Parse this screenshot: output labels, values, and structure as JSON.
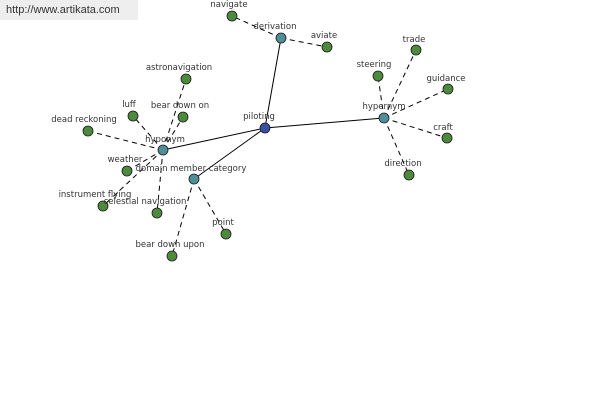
{
  "watermark": "http://www.artikata.com",
  "colors": {
    "center_node": "#3b4fa0",
    "relation_node": "#4f8f98",
    "word_node": "#4e8a3e",
    "node_stroke": "#1a1a1a",
    "edge": "#000000"
  },
  "graph": {
    "center": {
      "id": "piloting",
      "label": "piloting"
    },
    "relations": [
      {
        "id": "derivation",
        "label": "derivation"
      },
      {
        "id": "hypernym",
        "label": "hypernym"
      },
      {
        "id": "hyponym",
        "label": "hyponym"
      },
      {
        "id": "domain-member-category",
        "label": "domain member category"
      }
    ],
    "words": [
      {
        "id": "navigate",
        "label": "navigate",
        "relation": "derivation"
      },
      {
        "id": "aviate",
        "label": "aviate",
        "relation": "derivation"
      },
      {
        "id": "trade",
        "label": "trade",
        "relation": "hypernym"
      },
      {
        "id": "steering",
        "label": "steering",
        "relation": "hypernym"
      },
      {
        "id": "guidance",
        "label": "guidance",
        "relation": "hypernym"
      },
      {
        "id": "craft",
        "label": "craft",
        "relation": "hypernym"
      },
      {
        "id": "direction",
        "label": "direction",
        "relation": "hypernym"
      },
      {
        "id": "astronavigation",
        "label": "astronavigation",
        "relation": "hyponym"
      },
      {
        "id": "luff",
        "label": "luff",
        "relation": "hyponym"
      },
      {
        "id": "bear-down-on",
        "label": "bear down on",
        "relation": "hyponym"
      },
      {
        "id": "dead-reckoning",
        "label": "dead reckoning",
        "relation": "hyponym"
      },
      {
        "id": "weather",
        "label": "weather",
        "relation": "hyponym"
      },
      {
        "id": "instrument-flying",
        "label": "instrument flying",
        "relation": "hyponym"
      },
      {
        "id": "celestial-navigation",
        "label": "celestial navigation",
        "relation": "hyponym"
      },
      {
        "id": "point",
        "label": "point",
        "relation": "domain-member-category"
      },
      {
        "id": "bear-down-upon",
        "label": "bear down upon",
        "relation": "domain-member-category"
      }
    ]
  }
}
